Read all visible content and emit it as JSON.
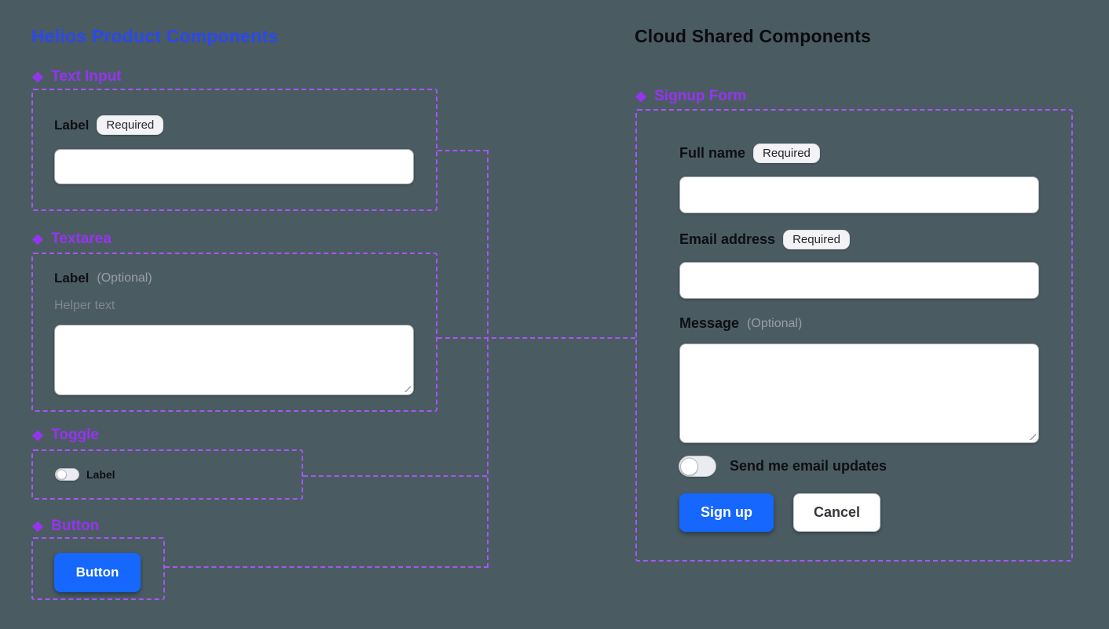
{
  "colors": {
    "background": "#4a5c62",
    "title_blue": "#2b48ec",
    "title_black": "#0b0b10",
    "component_purple": "#9733f2",
    "frame_dash": "#a855f7",
    "primary_blue": "#1567fd"
  },
  "icons": {
    "component": "❖"
  },
  "left": {
    "title": "Helios Product Components",
    "text_input": {
      "section": "Text Input",
      "label": "Label",
      "badge": "Required"
    },
    "textarea": {
      "section": "Textarea",
      "label": "Label",
      "optional": "(Optional)",
      "helper": "Helper text"
    },
    "toggle": {
      "section": "Toggle",
      "label": "Label"
    },
    "button": {
      "section": "Button",
      "label": "Button"
    }
  },
  "right": {
    "title": "Cloud Shared Components",
    "signup": {
      "section": "Signup Form",
      "full_name": {
        "label": "Full name",
        "badge": "Required"
      },
      "email": {
        "label": "Email address",
        "badge": "Required"
      },
      "message": {
        "label": "Message",
        "optional": "(Optional)"
      },
      "updates_toggle": "Send me email updates",
      "submit": "Sign up",
      "cancel": "Cancel"
    }
  }
}
